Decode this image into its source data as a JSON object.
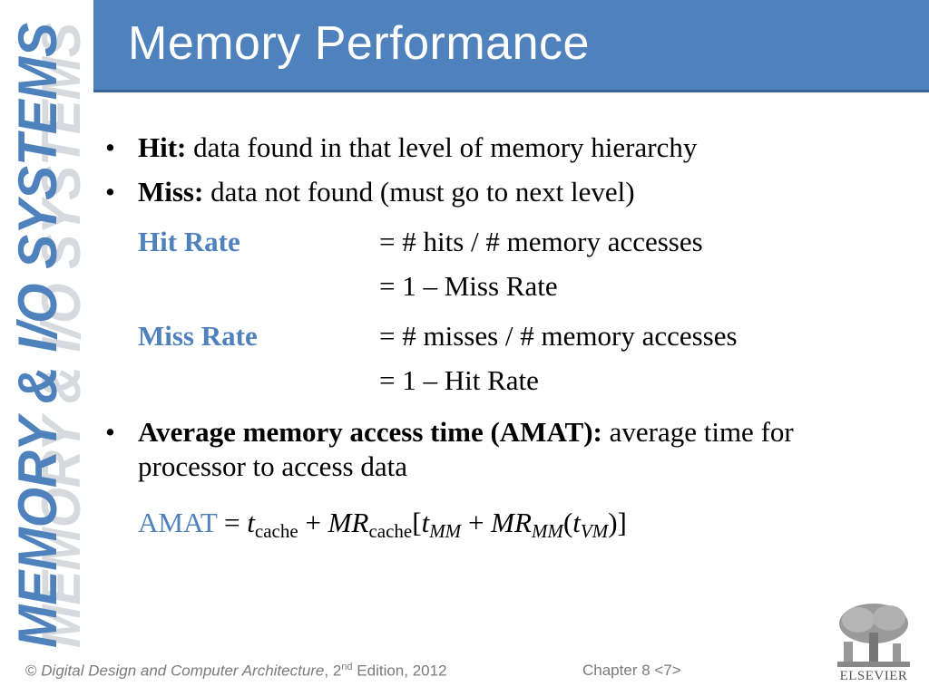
{
  "sidebar": {
    "text": "MEMORY & I/O SYSTEMS"
  },
  "title": "Memory Performance",
  "bullets": {
    "hit": {
      "term": "Hit:",
      "text": " data found in that level of memory hierarchy"
    },
    "miss": {
      "term": "Miss:",
      "text": " data not found (must go to next level)"
    },
    "amat": {
      "term": "Average memory access time",
      "term2": " (AMAT):",
      "text": " average time for processor to access data"
    }
  },
  "rates": {
    "hit_rate": {
      "label": "Hit Rate",
      "eq1": "= # hits / # memory accesses",
      "eq2": "= 1 – Miss Rate"
    },
    "miss_rate": {
      "label": "Miss Rate",
      "eq1": "= # misses / # memory accesses",
      "eq2": "= 1 – Hit Rate"
    }
  },
  "formula": {
    "label": "AMAT",
    "eq": " = ",
    "t": "t",
    "cache": "cache",
    "plus": " + ",
    "mr": "MR",
    "open": "[",
    "mm": "MM",
    "paren_open": "(",
    "vm": "VM",
    "close": ")]"
  },
  "footer": {
    "copyright": "©",
    "book": "Digital Design and Computer Architecture",
    "edition_pre": ", 2",
    "edition_sup": "nd",
    "edition_post": " Edition, 2012",
    "chapter": "Chapter 8 <7>"
  },
  "logo": {
    "word": "ELSEVIER"
  },
  "colors": {
    "accent": "#4f81bd",
    "title_bar": "#4f81bd"
  }
}
